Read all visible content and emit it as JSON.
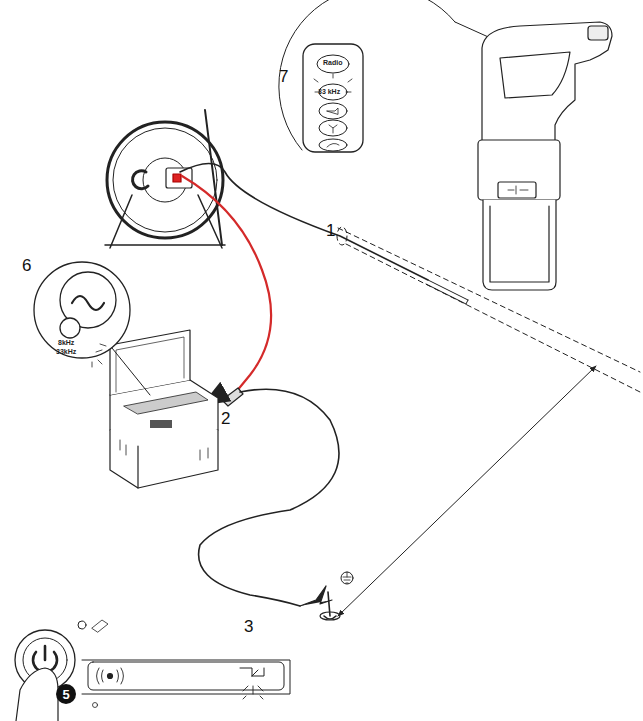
{
  "diagram": {
    "labels": [
      "7",
      "Radio",
      "33 kHz",
      "1",
      "6",
      "8kHz",
      "33kHz",
      "2",
      "3",
      "5"
    ]
  }
}
